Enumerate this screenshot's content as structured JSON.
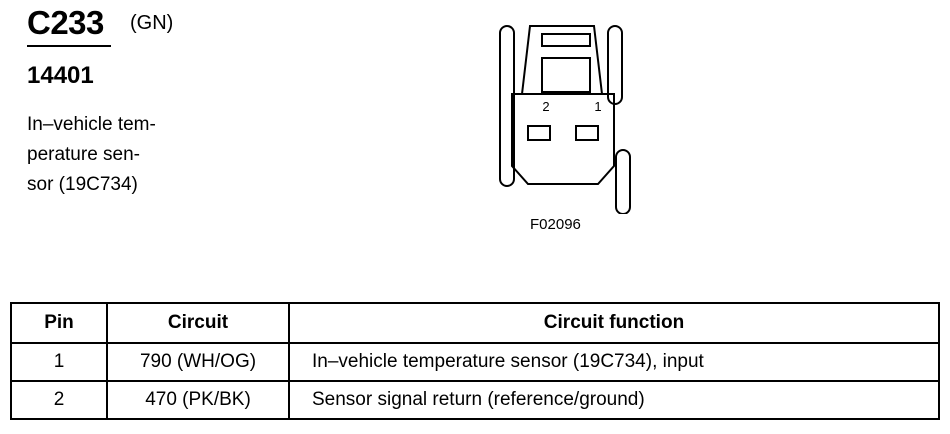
{
  "connector": {
    "id": "C233",
    "color_code": "(GN)",
    "part_number": "14401",
    "description_lines": [
      "In–vehicle tem-",
      "perature sen-",
      "sor (19C734)"
    ]
  },
  "figure": {
    "pin_labels": [
      "2",
      "1"
    ],
    "figure_id": "F02096"
  },
  "table": {
    "headers": [
      "Pin",
      "Circuit",
      "Circuit function"
    ],
    "rows": [
      {
        "pin": "1",
        "circuit": "790 (WH/OG)",
        "function": "In–vehicle temperature sensor (19C734), input"
      },
      {
        "pin": "2",
        "circuit": "470 (PK/BK)",
        "function": "Sensor signal return (reference/ground)"
      }
    ]
  }
}
